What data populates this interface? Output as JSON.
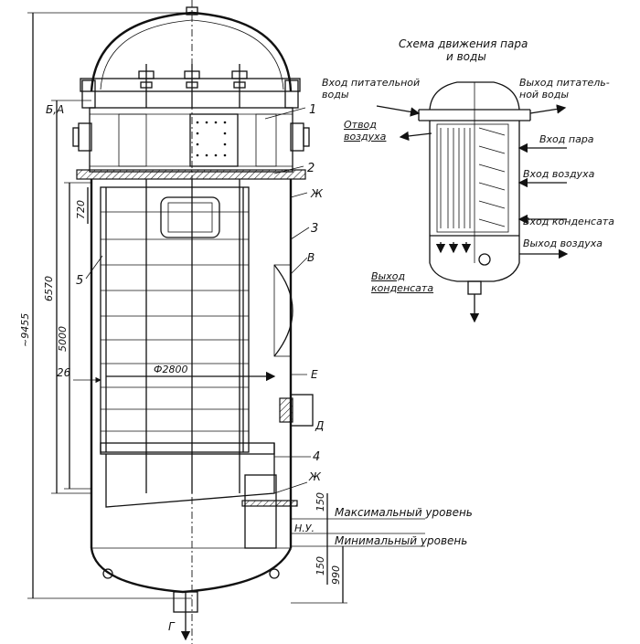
{
  "callouts": {
    "n1": "1",
    "n2": "2",
    "n3": "3",
    "n4": "4",
    "n5": "5",
    "n26": "26",
    "ba": "Б,А",
    "zh_top": "Ж",
    "v": "В",
    "e": "Е",
    "d": "Д",
    "zh_bottom": "Ж",
    "g": "Г"
  },
  "dimensions": {
    "total_height": "~9455",
    "d6570": "6570",
    "d5000": "5000",
    "d720": "720",
    "diameter": "Ф2800",
    "d150_upper": "150",
    "d150_lower": "150",
    "d990": "990"
  },
  "levels": {
    "max": "Максимальный уровень",
    "normal": "Н.У.",
    "min": "Минимальный уровень"
  },
  "schema": {
    "title_line1": "Схема движения пара",
    "title_line2": "и воды",
    "feed_in": "Вход питательной воды",
    "feed_out": "Выход питатель-ной воды",
    "air_vent": "Отвод воздуха",
    "steam_in": "Вход пара",
    "air_in": "Вход воздуха",
    "condensate_in": "Вход конденсата",
    "air_out": "Выход воздуха",
    "condensate_out": "Выход конденсата"
  }
}
